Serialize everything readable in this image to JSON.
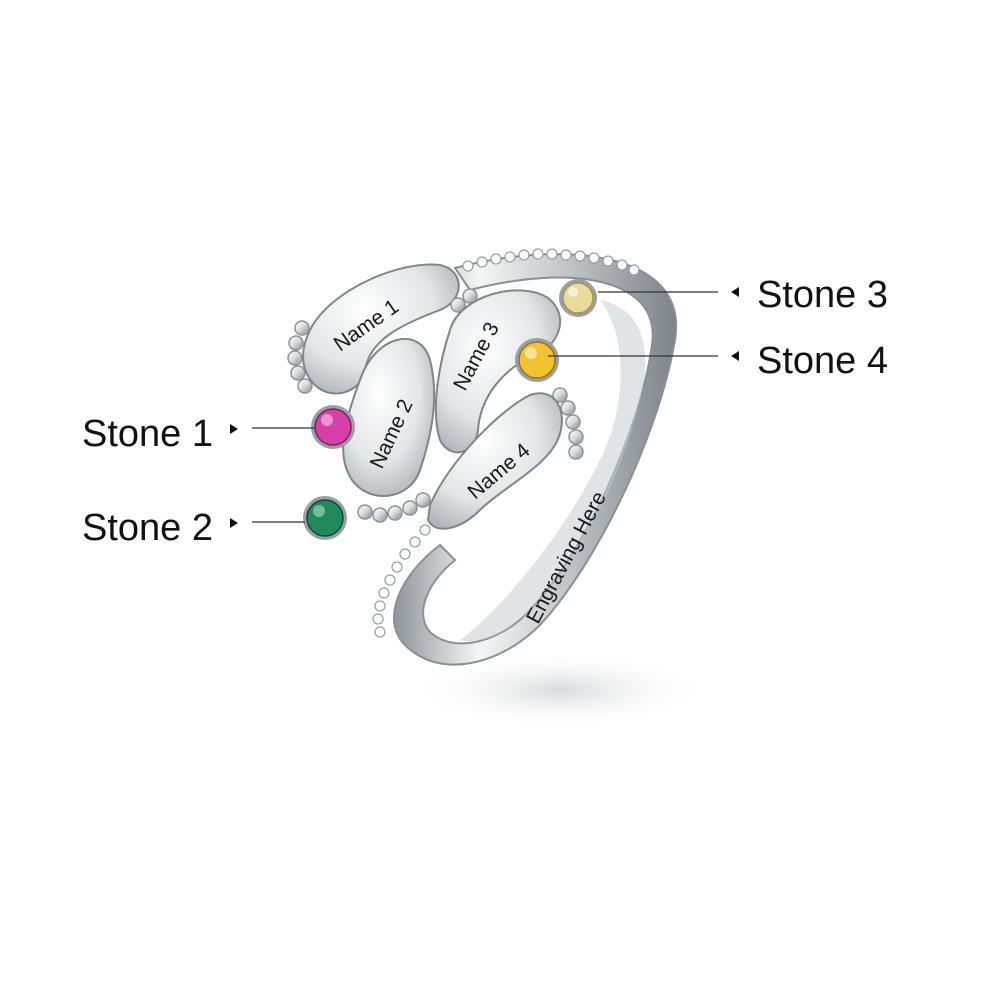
{
  "callouts": {
    "stone_1": "Stone 1",
    "stone_2": "Stone 2",
    "stone_3": "Stone 3",
    "stone_4": "Stone 4"
  },
  "engravings": {
    "name_1": "Name 1",
    "name_2": "Name 2",
    "name_3": "Name 3",
    "name_4": "Name 4",
    "band": "Engraving Here"
  },
  "stone_colors": {
    "stone_1": "#d63fa8",
    "stone_2": "#1f8a5a",
    "stone_3": "#e9dc9a",
    "stone_4": "#f2c230"
  }
}
